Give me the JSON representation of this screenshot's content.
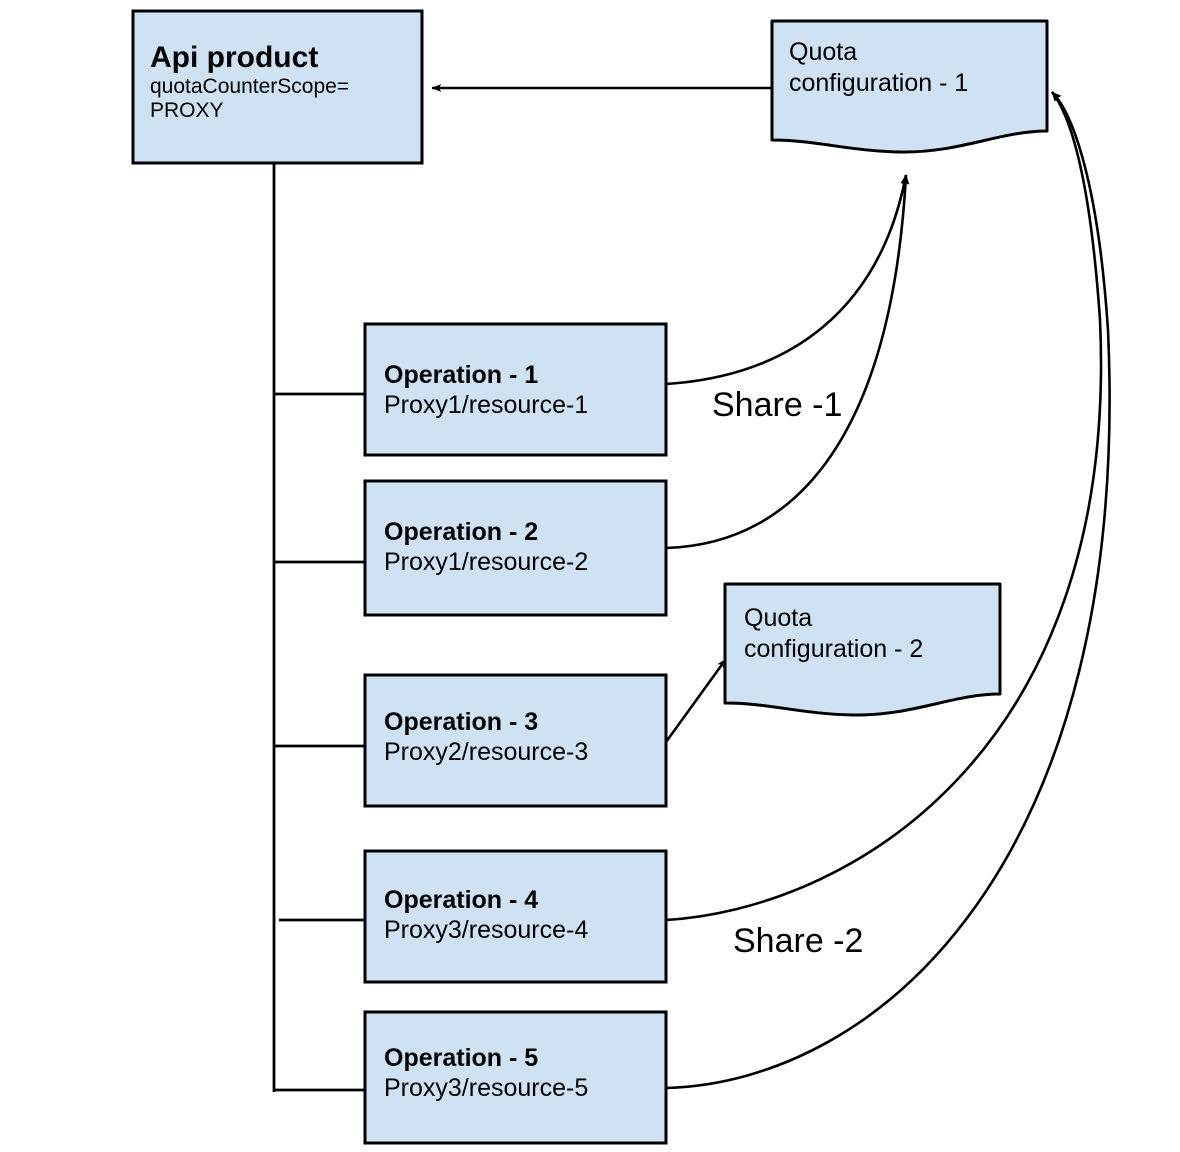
{
  "diagram": {
    "title": "Apigee API product quota counter scope diagram",
    "colors": {
      "node_fill": "#cfe2f3",
      "node_stroke": "#000000",
      "edge_stroke": "#000000",
      "text": "#000000",
      "background": "#ffffff"
    },
    "product": {
      "title": "Api product",
      "attribute": "quotaCounterScope=",
      "attribute_value": "PROXY"
    },
    "quota_configs": [
      {
        "line1": "Quota",
        "line2": "configuration - 1"
      },
      {
        "line1": "Quota",
        "line2": "configuration - 2"
      }
    ],
    "operations": [
      {
        "title": "Operation - 1",
        "path": "Proxy1/resource-1"
      },
      {
        "title": "Operation - 2",
        "path": "Proxy1/resource-2"
      },
      {
        "title": "Operation - 3",
        "path": "Proxy2/resource-3"
      },
      {
        "title": "Operation - 4",
        "path": "Proxy3/resource-4"
      },
      {
        "title": "Operation - 5",
        "path": "Proxy3/resource-5"
      }
    ],
    "edge_labels": [
      {
        "text": "Share -1"
      },
      {
        "text": "Share -2"
      }
    ]
  }
}
